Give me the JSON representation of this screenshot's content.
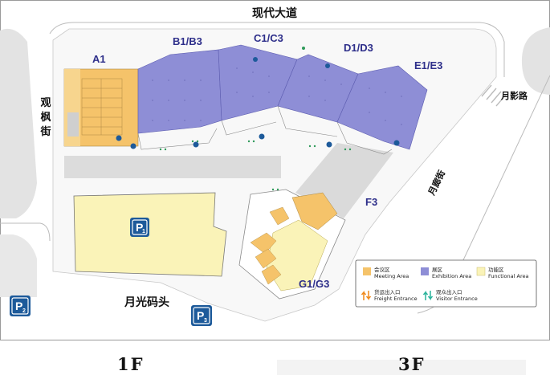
{
  "roads": {
    "north": "现代大道",
    "west": "观枫街",
    "south": "月光码头",
    "east_upper": "月影路",
    "east_lower": "月廊街"
  },
  "zones": {
    "a1": "A1",
    "b1b3": "B1/B3",
    "c1c3": "C1/C3",
    "d1d3": "D1/D3",
    "e1e3": "E1/E3",
    "f3": "F3",
    "g1g3": "G1/G3"
  },
  "parking": [
    {
      "letter": "P",
      "number": "1"
    },
    {
      "letter": "P",
      "number": "2"
    },
    {
      "letter": "P",
      "number": "3"
    }
  ],
  "legend": {
    "meeting_cn": "会议区",
    "meeting_en": "Meeting Area",
    "exhibition_cn": "展区",
    "exhibition_en": "Exhibition Area",
    "functional_cn": "功能区",
    "functional_en": "Functional Area",
    "freight_cn": "货运出入口",
    "freight_en": "Freight Entrance",
    "visitor_cn": "观众出入口",
    "visitor_en": "Visitor Entrance"
  },
  "colors": {
    "meeting": "#f5c36a",
    "exhibition": "#8e8ed6",
    "functional": "#faf3b8",
    "zone_text": "#2e2f8a",
    "freight_arrow": "#f08a1c",
    "visitor_arrow": "#2bb39b",
    "parking": "#1d5a9a"
  },
  "floors": {
    "left": "1F",
    "right": "3F"
  }
}
